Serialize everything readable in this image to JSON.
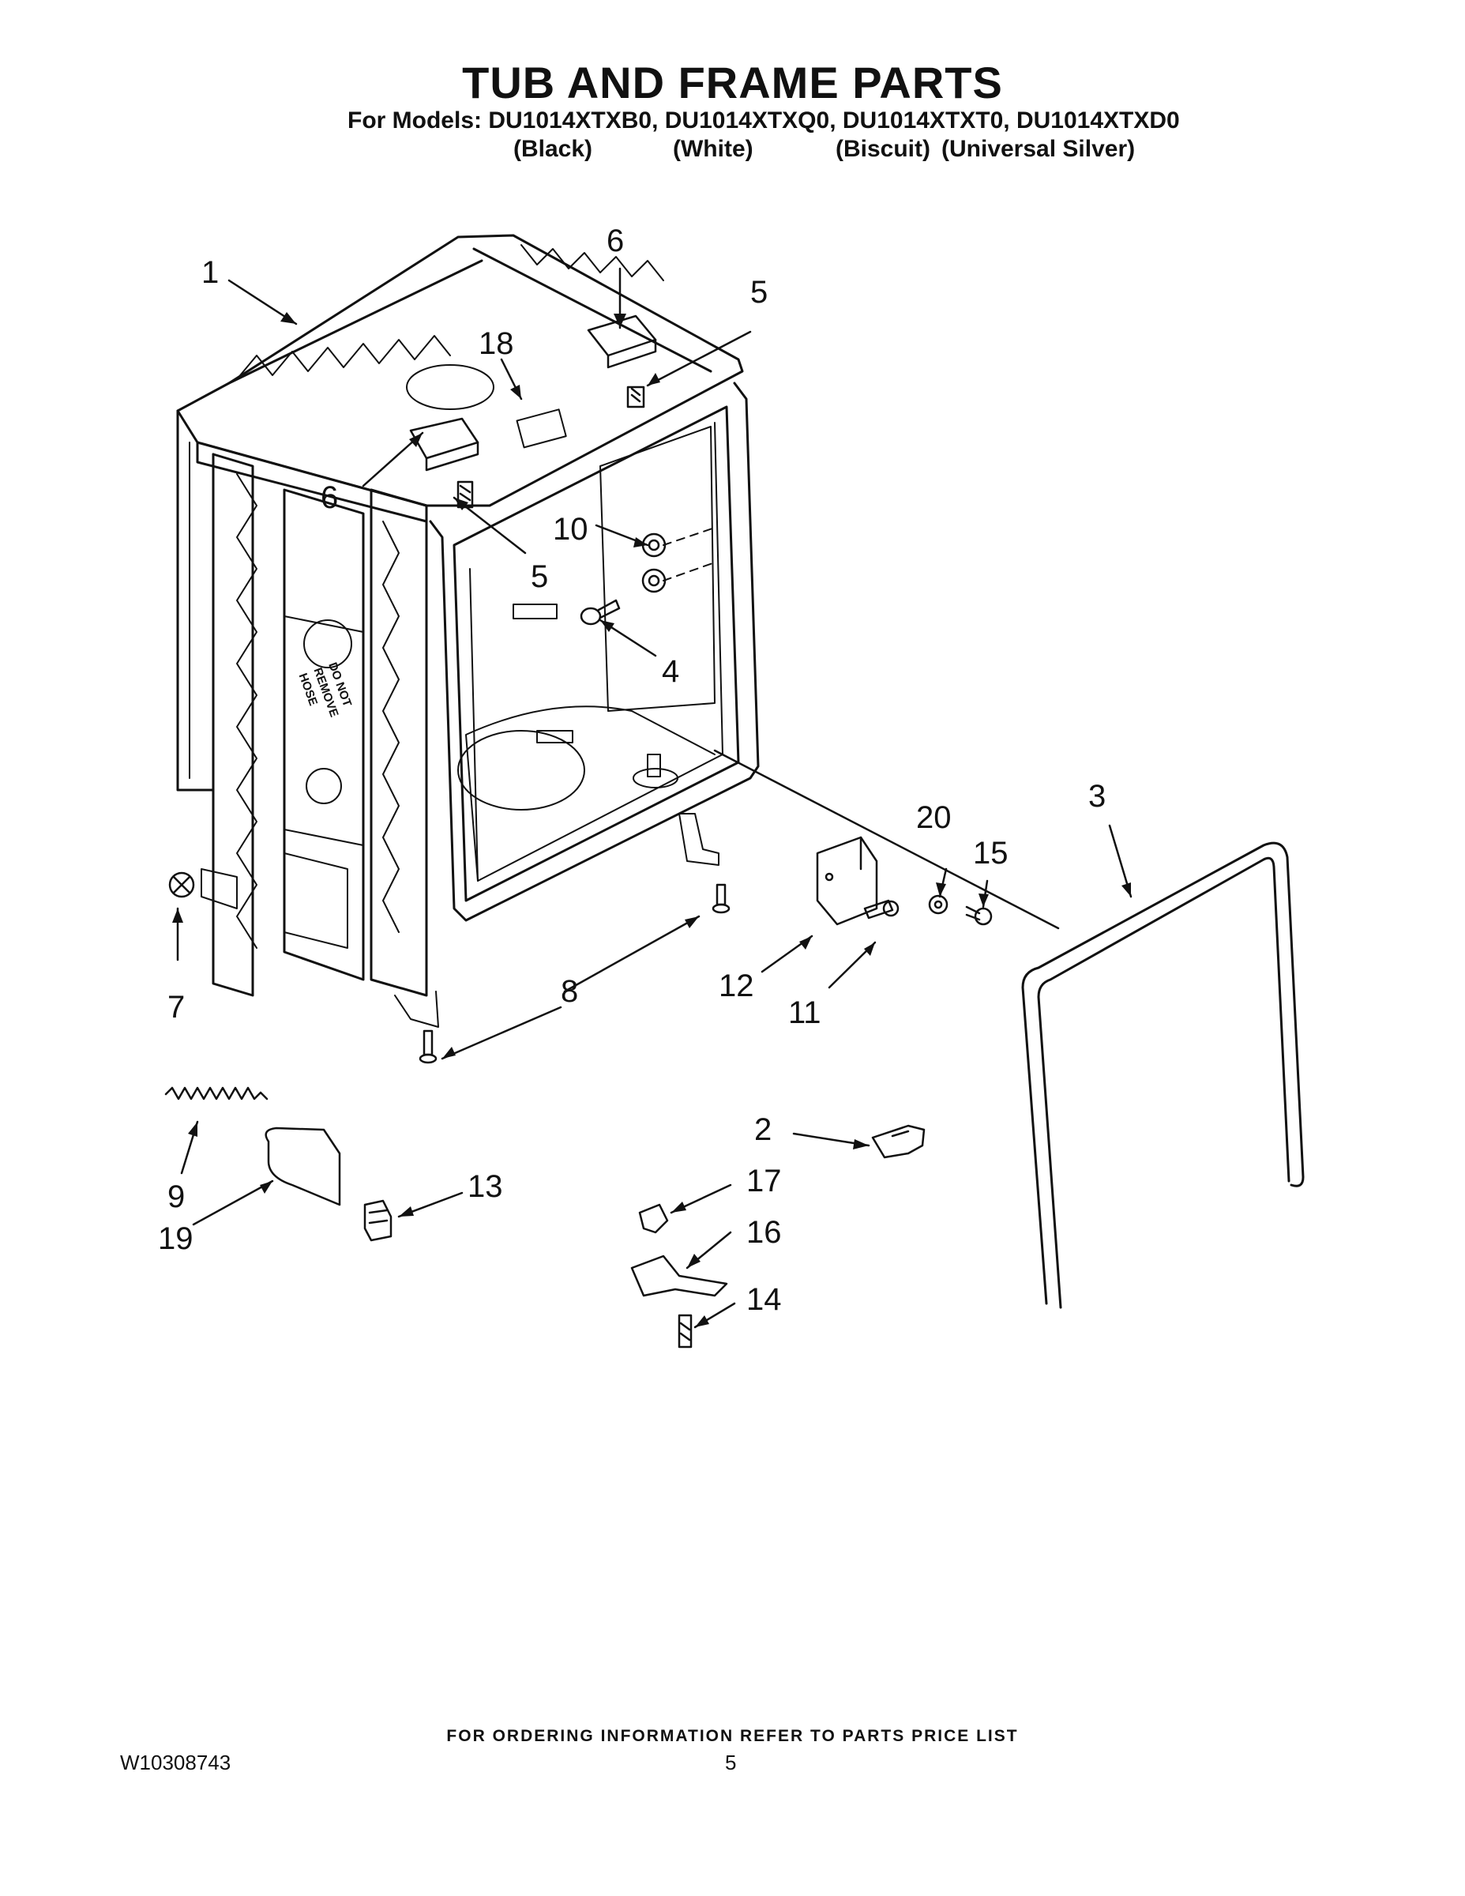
{
  "header": {
    "title": "TUB AND FRAME PARTS",
    "models_line": "For Models: DU1014XTXB0, DU1014XTXQ0, DU1014XTXT0, DU1014XTXD0",
    "colors": [
      "(Black)",
      "(White)",
      "(Biscuit)",
      "(Universal Silver)"
    ]
  },
  "diagram": {
    "hose_warning": [
      "DO NOT",
      "REMOVE",
      "HOSE"
    ],
    "callouts": [
      "1",
      "2",
      "3",
      "4",
      "5",
      "5",
      "6",
      "6",
      "7",
      "8",
      "9",
      "10",
      "11",
      "12",
      "13",
      "14",
      "15",
      "16",
      "17",
      "18",
      "19",
      "20"
    ]
  },
  "footer": {
    "ordering_info": "FOR ORDERING INFORMATION REFER TO PARTS PRICE LIST",
    "doc_number": "W10308743",
    "page_number": "5"
  }
}
